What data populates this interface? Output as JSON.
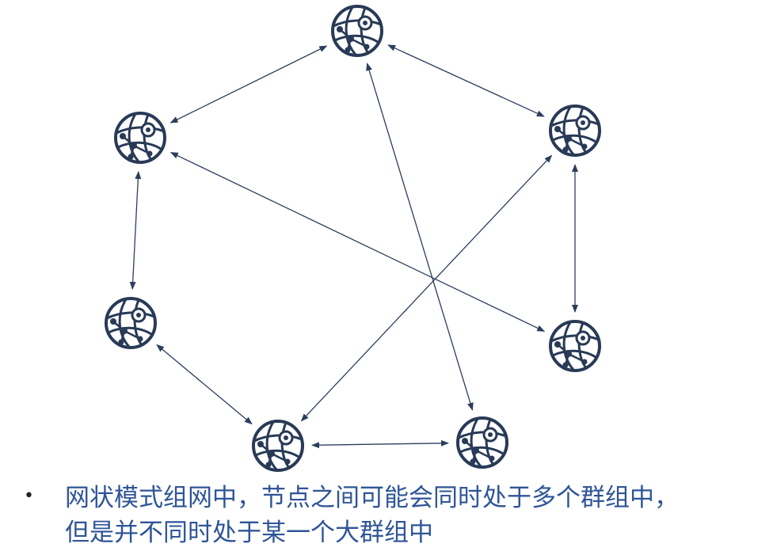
{
  "caption": {
    "bullet": "•",
    "line1": "网状模式组网中，节点之间可能会同时处于多个群组中，",
    "line2": "但是并不同时处于某一个大群组中"
  },
  "colors": {
    "node": "#283a56",
    "edge": "#2c3e5c",
    "text": "#2f5597"
  },
  "nodes": [
    {
      "id": "n-top",
      "icon": "globe-network-icon"
    },
    {
      "id": "n-upper-left",
      "icon": "globe-network-icon"
    },
    {
      "id": "n-upper-right",
      "icon": "globe-network-icon"
    },
    {
      "id": "n-lower-left",
      "icon": "globe-network-icon"
    },
    {
      "id": "n-lower-right",
      "icon": "globe-network-icon"
    },
    {
      "id": "n-bottom-left",
      "icon": "globe-network-icon"
    },
    {
      "id": "n-bottom-right",
      "icon": "globe-network-icon"
    }
  ],
  "edges": [
    {
      "from": "n-top",
      "to": "n-upper-left",
      "direction": "both"
    },
    {
      "from": "n-top",
      "to": "n-upper-right",
      "direction": "both"
    },
    {
      "from": "n-top",
      "to": "n-bottom-right",
      "direction": "both"
    },
    {
      "from": "n-upper-left",
      "to": "n-lower-left",
      "direction": "both"
    },
    {
      "from": "n-upper-left",
      "to": "n-lower-right",
      "direction": "both"
    },
    {
      "from": "n-upper-right",
      "to": "n-lower-right",
      "direction": "both"
    },
    {
      "from": "n-upper-right",
      "to": "n-bottom-left",
      "direction": "both"
    },
    {
      "from": "n-lower-left",
      "to": "n-bottom-left",
      "direction": "both"
    },
    {
      "from": "n-bottom-left",
      "to": "n-bottom-right",
      "direction": "both"
    }
  ]
}
